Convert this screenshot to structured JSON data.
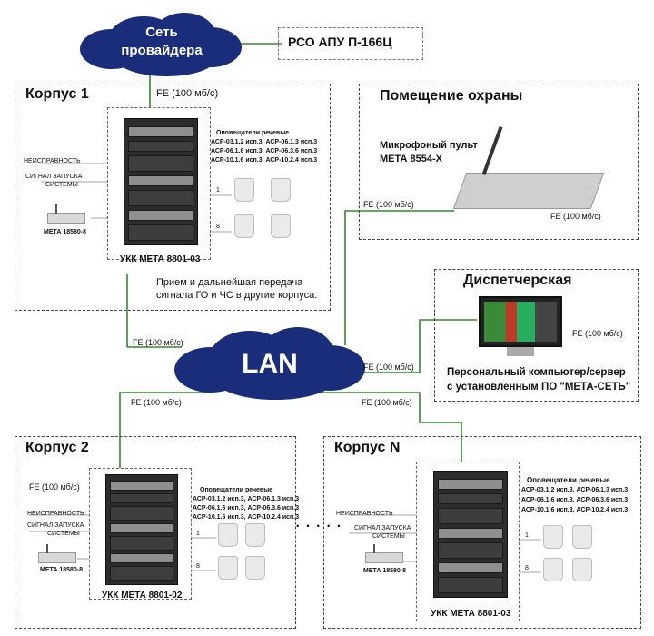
{
  "provider": {
    "label_line1": "Сеть",
    "label_line2": "провайдера"
  },
  "rso": {
    "label": "РСО АПУ П-166Ц"
  },
  "lan": {
    "label": "LAN"
  },
  "fe": "FE (100 мб/с)",
  "korpus1": {
    "title": "Корпус 1",
    "speakers_title": "Оповещатели речевые",
    "speakers_line1": "АСР-03.1.2 исп.3, АСР-06.1.3 исп.3",
    "speakers_line2": "АСР-06.1.6 исп.3, АСР-06.3.6 исп.3",
    "speakers_line3": "АСР-10.1.6 исп.3, АСР-10.2.4 исп.3",
    "fault": "НЕИСПРАВНОСТЬ",
    "start_line1": "СИГНАЛ ЗАПУСКА",
    "start_line2": "СИСТЕМЫ",
    "mic_label": "МЕТА 18580-8",
    "ukk": "УКК МЕТА 8801-03",
    "line_top": "1",
    "line_bottom": "8",
    "note_line1": "Прием и дальнейшая передача",
    "note_line2": "сигнала ГО и ЧС в другие корпуса."
  },
  "security": {
    "title": "Помещение охраны",
    "mic_line1": "Микрофоный пульт",
    "mic_line2": "МЕТА 8554-Х"
  },
  "dispatch": {
    "title": "Диспетчерская",
    "pc_line1": "Персональный компьютер/сервер",
    "pc_line2": "с установленным ПО  \"МЕТА-СЕТЬ\""
  },
  "korpus2": {
    "title": "Корпус 2",
    "speakers_title": "Оповещатели речевые",
    "speakers_line1": "АСР-03.1.2 исп.3, АСР-06.1.3 исп.3",
    "speakers_line2": "АСР-06.1.6 исп.3, АСР-06.3.6 исп.3",
    "speakers_line3": "АСР-10.1.6 исп.3, АСР-10.2.4 исп.3",
    "fault": "НЕИСПРАВНОСТЬ",
    "start_line1": "СИГНАЛ ЗАПУСКА",
    "start_line2": "СИСТЕМЫ",
    "mic_label": "МЕТА 18580-8",
    "ukk": "УКК МЕТА 8801-02",
    "line_top": "1",
    "line_bottom": "8"
  },
  "korpusN": {
    "title": "Корпус N",
    "speakers_title": "Оповещатели речевые",
    "speakers_line1": "АСР-03.1.2 исп.3, АСР-06.1.3 исп.3",
    "speakers_line2": "АСР-06.1.6 исп.3, АСР-06.3.6 исп.3",
    "speakers_line3": "АСР-10.1.6 исп.3, АСР-10.2.4 исп.3",
    "fault": "НЕИСПРАВНОСТЬ",
    "start_line1": "СИГНАЛ ЗАПУСКА",
    "start_line2": "СИСТЕМЫ",
    "mic_label": "МЕТА 18580-8",
    "ukk": "УКК МЕТА 8801-03",
    "line_top": "1",
    "line_bottom": "8"
  },
  "colors": {
    "cloud": "#1a2d7a",
    "link": "#2e8b2e"
  }
}
